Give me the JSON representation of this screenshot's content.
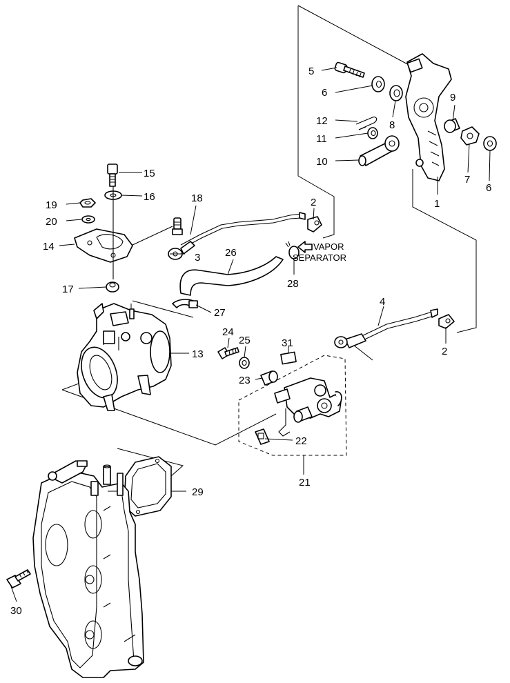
{
  "labels": {
    "p1": "1",
    "p2a": "2",
    "p2b": "2",
    "p3": "3",
    "p4": "4",
    "p5": "5",
    "p6a": "6",
    "p6b": "6",
    "p7": "7",
    "p8": "8",
    "p9": "9",
    "p10": "10",
    "p11": "11",
    "p12": "12",
    "p13": "13",
    "p14": "14",
    "p15": "15",
    "p16": "16",
    "p17": "17",
    "p18": "18",
    "p19": "19",
    "p20": "20",
    "p21": "21",
    "p22": "22",
    "p23": "23",
    "p24": "24",
    "p25": "25",
    "p26": "26",
    "p27": "27",
    "p28": "28",
    "p29": "29",
    "p30": "30",
    "p31": "31"
  },
  "notes": {
    "vapor_line1": "VAPOR",
    "vapor_line2": "SEPARATOR"
  }
}
